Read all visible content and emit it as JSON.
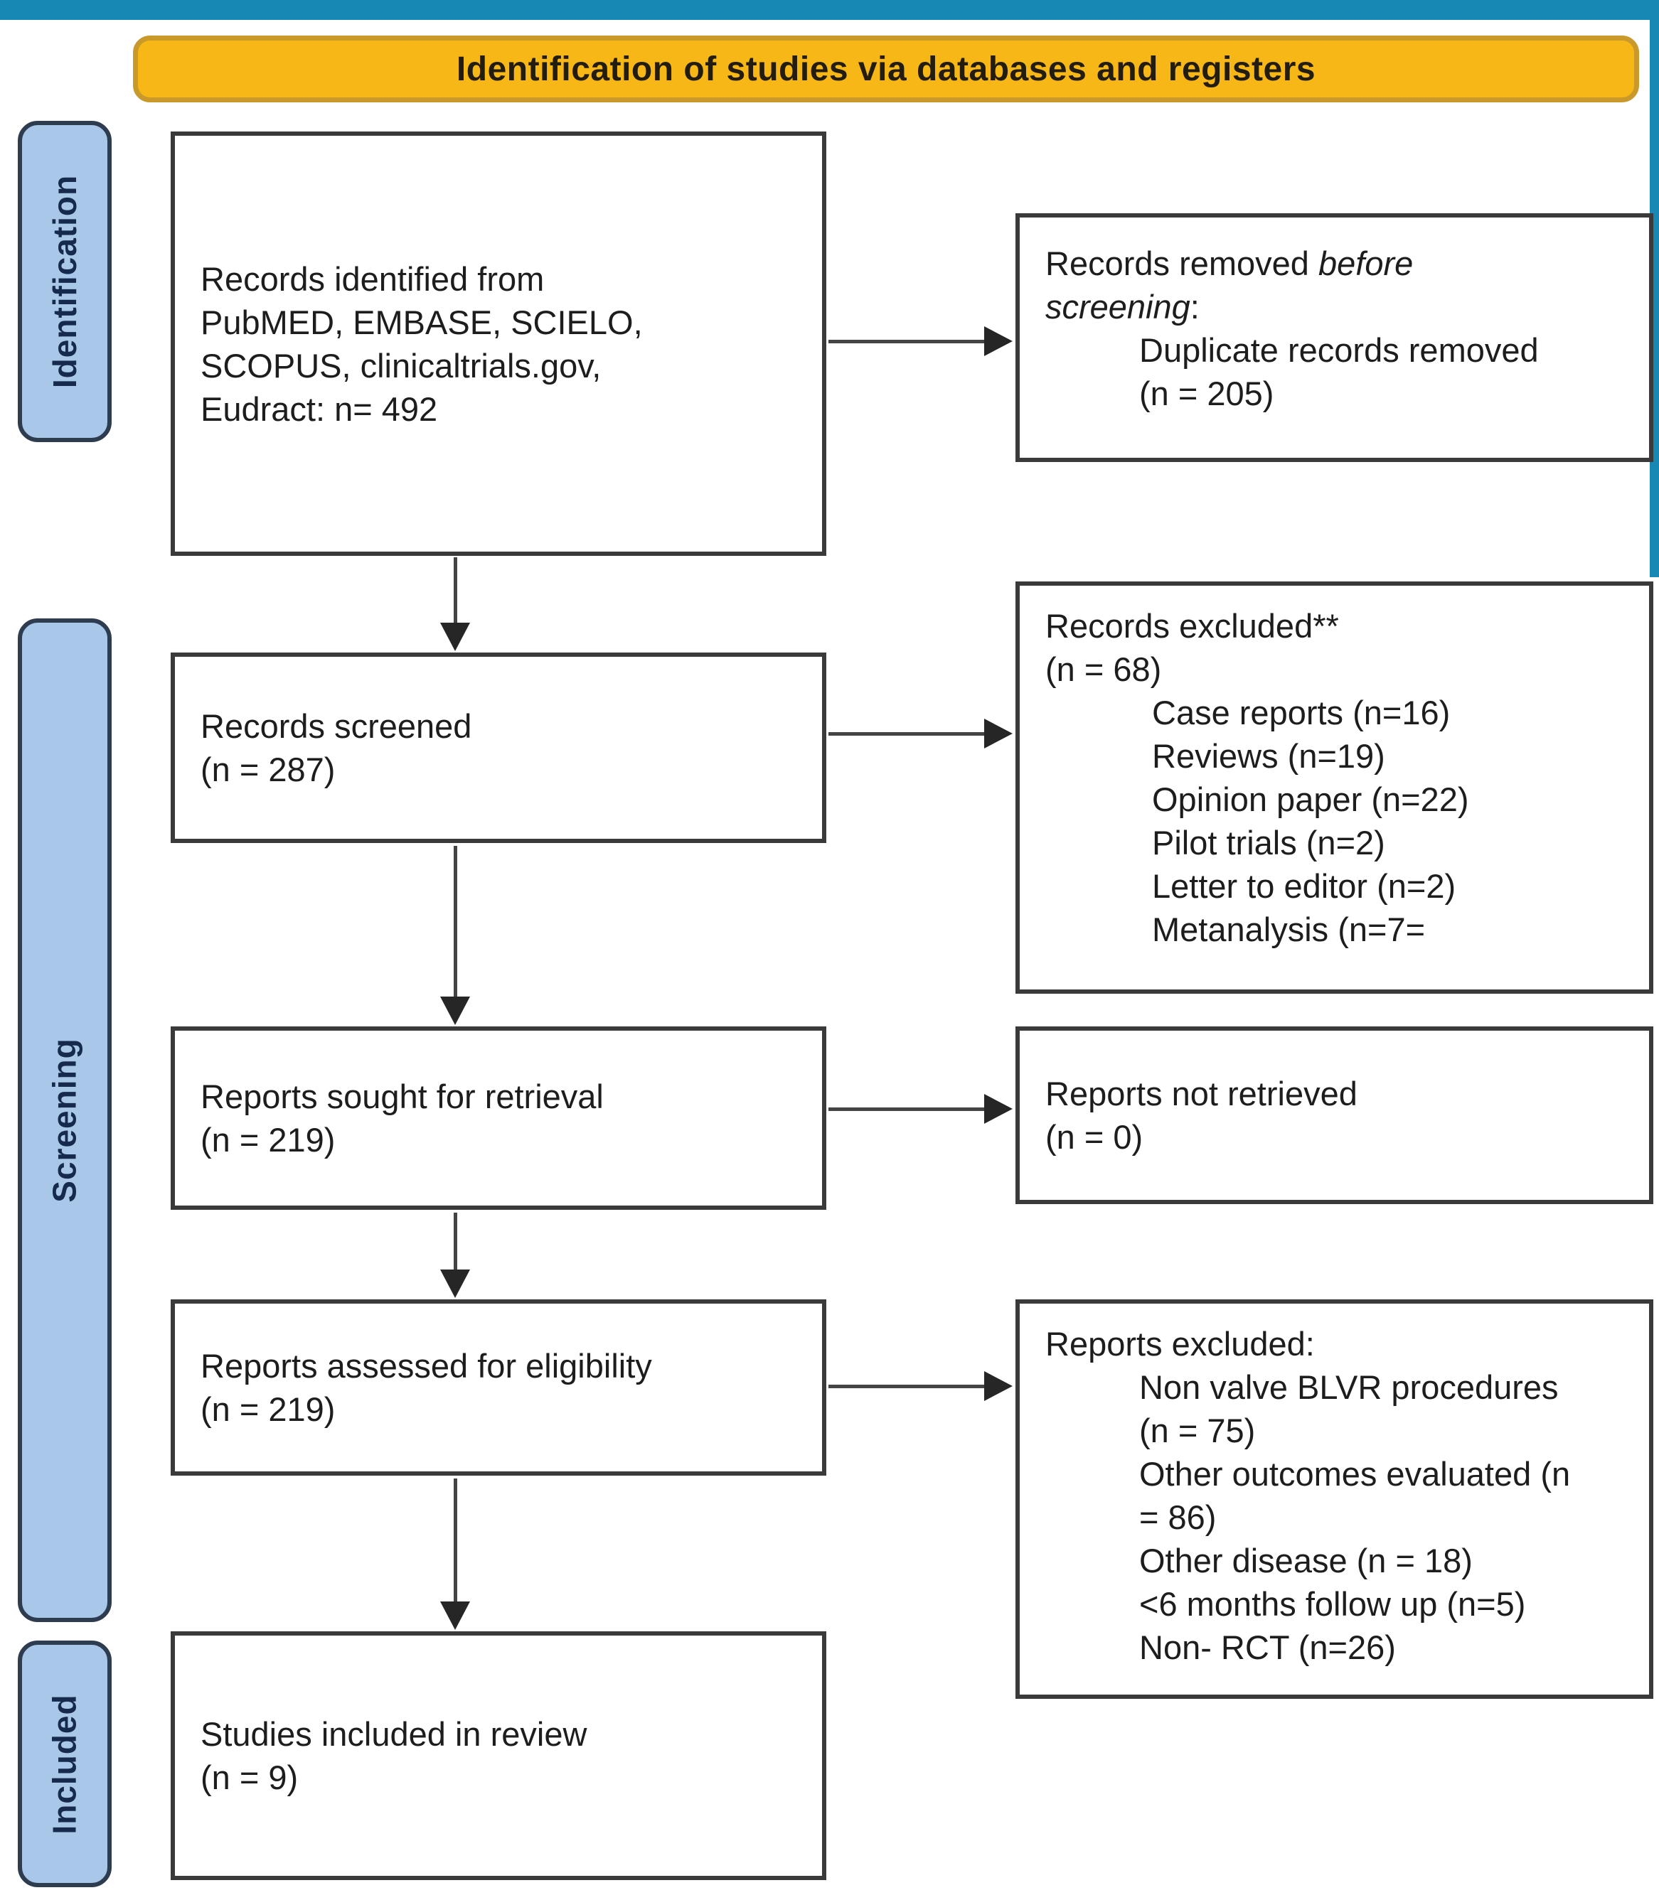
{
  "banner": {
    "title": "Identification of studies via databases and registers",
    "fill_color": "#f7b717",
    "border_color": "#c9992b"
  },
  "page_colors": {
    "top_bar": "#1787b4",
    "stage_fill": "#a9c7e8",
    "stage_border": "#2e3c50",
    "stage_text": "#152a4d",
    "box_border": "#3a3a3a",
    "text": "#1d1d1d"
  },
  "stages": [
    {
      "label": "Identification"
    },
    {
      "label": "Screening"
    },
    {
      "label": "Included"
    }
  ],
  "boxes": {
    "identified": {
      "lines": [
        "Records identified from",
        "PubMED, EMBASE, SCIELO,",
        "SCOPUS, clinicaltrials.gov,",
        "Eudract: n= 492"
      ]
    },
    "screened": {
      "lines": [
        "Records screened",
        "(n = 287)"
      ]
    },
    "sought": {
      "lines": [
        "Reports sought for retrieval",
        "(n = 219)"
      ]
    },
    "assessed": {
      "lines": [
        "Reports assessed for eligibility",
        "(n = 219)"
      ]
    },
    "included": {
      "lines": [
        "Studies included in review",
        "(n = 9)"
      ]
    },
    "removed_before_screening": {
      "heading_prefix": "Records removed ",
      "heading_italic": "before screening",
      "heading_suffix": ":",
      "items": [
        "Duplicate records removed",
        "(n = 205)"
      ]
    },
    "records_excluded": {
      "heading_lines": [
        "Records excluded**",
        "(n = 68)"
      ],
      "items": [
        "Case reports (n=16)",
        "Reviews (n=19)",
        "Opinion paper (n=22)",
        "Pilot trials (n=2)",
        "Letter to editor (n=2)",
        "Metanalysis (n=7="
      ]
    },
    "not_retrieved": {
      "lines": [
        "Reports not retrieved",
        "(n = 0)"
      ]
    },
    "reports_excluded": {
      "heading_lines": [
        "Reports excluded:"
      ],
      "items": [
        "Non valve BLVR procedures",
        "(n = 75)",
        "Other outcomes evaluated (n",
        "= 86)",
        "Other disease (n = 18)",
        "<6 months follow up (n=5)",
        "Non- RCT (n=26)"
      ]
    }
  }
}
